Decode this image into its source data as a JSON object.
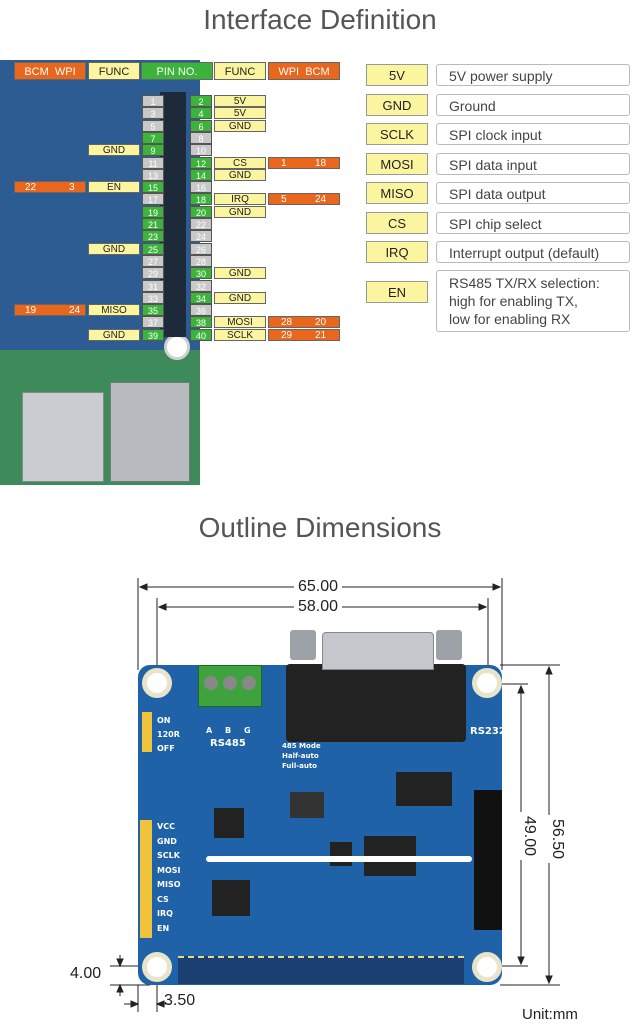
{
  "top_title": "Interface Definition",
  "header": {
    "left": [
      "BCM",
      "WPI"
    ],
    "func_left": "FUNC",
    "pin_no": "PIN NO.",
    "func_right": "FUNC",
    "right": [
      "WPI",
      "BCM"
    ]
  },
  "pins_left": [
    {
      "pin": "1",
      "func": "",
      "wpi": "",
      "bcm": "",
      "active": false
    },
    {
      "pin": "3",
      "func": "",
      "wpi": "",
      "bcm": "",
      "active": false
    },
    {
      "pin": "5",
      "func": "",
      "wpi": "",
      "bcm": "",
      "active": false
    },
    {
      "pin": "7",
      "func": "",
      "wpi": "",
      "bcm": "",
      "active": true
    },
    {
      "pin": "9",
      "func": "GND",
      "wpi": "",
      "bcm": "",
      "active": true
    },
    {
      "pin": "11",
      "func": "",
      "wpi": "",
      "bcm": "",
      "active": false
    },
    {
      "pin": "13",
      "func": "",
      "wpi": "",
      "bcm": "",
      "active": false
    },
    {
      "pin": "15",
      "func": "EN",
      "wpi": "3",
      "bcm": "22",
      "active": true
    },
    {
      "pin": "17",
      "func": "",
      "wpi": "",
      "bcm": "",
      "active": false
    },
    {
      "pin": "19",
      "func": "",
      "wpi": "",
      "bcm": "",
      "active": true
    },
    {
      "pin": "21",
      "func": "",
      "wpi": "",
      "bcm": "",
      "active": true
    },
    {
      "pin": "23",
      "func": "",
      "wpi": "",
      "bcm": "",
      "active": true
    },
    {
      "pin": "25",
      "func": "GND",
      "wpi": "",
      "bcm": "",
      "active": true
    },
    {
      "pin": "27",
      "func": "",
      "wpi": "",
      "bcm": "",
      "active": false
    },
    {
      "pin": "29",
      "func": "",
      "wpi": "",
      "bcm": "",
      "active": false
    },
    {
      "pin": "31",
      "func": "",
      "wpi": "",
      "bcm": "",
      "active": false
    },
    {
      "pin": "33",
      "func": "",
      "wpi": "",
      "bcm": "",
      "active": false
    },
    {
      "pin": "35",
      "func": "MISO",
      "wpi": "24",
      "bcm": "19",
      "active": true
    },
    {
      "pin": "37",
      "func": "",
      "wpi": "",
      "bcm": "",
      "active": false
    },
    {
      "pin": "39",
      "func": "GND",
      "wpi": "",
      "bcm": "",
      "active": true
    }
  ],
  "pins_right": [
    {
      "pin": "2",
      "func": "5V",
      "wpi": "",
      "bcm": "",
      "active": true
    },
    {
      "pin": "4",
      "func": "5V",
      "wpi": "",
      "bcm": "",
      "active": true
    },
    {
      "pin": "6",
      "func": "GND",
      "wpi": "",
      "bcm": "",
      "active": true
    },
    {
      "pin": "8",
      "func": "",
      "wpi": "",
      "bcm": "",
      "active": false
    },
    {
      "pin": "10",
      "func": "",
      "wpi": "",
      "bcm": "",
      "active": false
    },
    {
      "pin": "12",
      "func": "CS",
      "wpi": "1",
      "bcm": "18",
      "active": true
    },
    {
      "pin": "14",
      "func": "GND",
      "wpi": "",
      "bcm": "",
      "active": true
    },
    {
      "pin": "16",
      "func": "",
      "wpi": "",
      "bcm": "",
      "active": false
    },
    {
      "pin": "18",
      "func": "IRQ",
      "wpi": "5",
      "bcm": "24",
      "active": true
    },
    {
      "pin": "20",
      "func": "GND",
      "wpi": "",
      "bcm": "",
      "active": true
    },
    {
      "pin": "22",
      "func": "",
      "wpi": "",
      "bcm": "",
      "active": false
    },
    {
      "pin": "24",
      "func": "",
      "wpi": "",
      "bcm": "",
      "active": false
    },
    {
      "pin": "26",
      "func": "",
      "wpi": "",
      "bcm": "",
      "active": false
    },
    {
      "pin": "28",
      "func": "",
      "wpi": "",
      "bcm": "",
      "active": false
    },
    {
      "pin": "30",
      "func": "GND",
      "wpi": "",
      "bcm": "",
      "active": true
    },
    {
      "pin": "32",
      "func": "",
      "wpi": "",
      "bcm": "",
      "active": false
    },
    {
      "pin": "34",
      "func": "GND",
      "wpi": "",
      "bcm": "",
      "active": true
    },
    {
      "pin": "36",
      "func": "",
      "wpi": "",
      "bcm": "",
      "active": false
    },
    {
      "pin": "38",
      "func": "MOSI",
      "wpi": "28",
      "bcm": "20",
      "active": true
    },
    {
      "pin": "40",
      "func": "SCLK",
      "wpi": "29",
      "bcm": "21",
      "active": true
    }
  ],
  "legend": [
    {
      "key": "5V",
      "desc": "5V power supply"
    },
    {
      "key": "GND",
      "desc": "Ground"
    },
    {
      "key": "SCLK",
      "desc": "SPI clock input"
    },
    {
      "key": "MOSI",
      "desc": "SPI data input"
    },
    {
      "key": "MISO",
      "desc": "SPI data output"
    },
    {
      "key": "CS",
      "desc": "SPI chip select"
    },
    {
      "key": "IRQ",
      "desc": "Interrupt output (default)"
    },
    {
      "key": "EN",
      "desc": "RS485 TX/RX selection:\nhigh for enabling TX,\nlow for enabling RX"
    }
  ],
  "bottom_title": "Outline Dimensions",
  "dimensions": {
    "total_width": "65.00",
    "hole_span_x": "58.00",
    "total_height": "56.50",
    "hole_span_y": "49.00",
    "hole_offset_y": "4.00",
    "hole_offset_x": "3.50",
    "unit": "Unit:mm"
  },
  "board_labels": {
    "rs485": "RS485",
    "rs232": "RS232",
    "terminal": [
      "A",
      "B",
      "G"
    ],
    "switch": [
      "ON",
      "120R",
      "OFF"
    ],
    "mode_table": [
      "485 Mode",
      "Half-auto",
      "Full-auto"
    ],
    "side_pins": [
      "VCC",
      "GND",
      "SCLK",
      "MOSI",
      "MISO",
      "CS",
      "IRQ",
      "EN"
    ]
  },
  "colors": {
    "orange": "#e8671d",
    "yellow": "#fbf5a0",
    "green": "#3cb43c",
    "pcb_blue": "#1f62a8"
  }
}
